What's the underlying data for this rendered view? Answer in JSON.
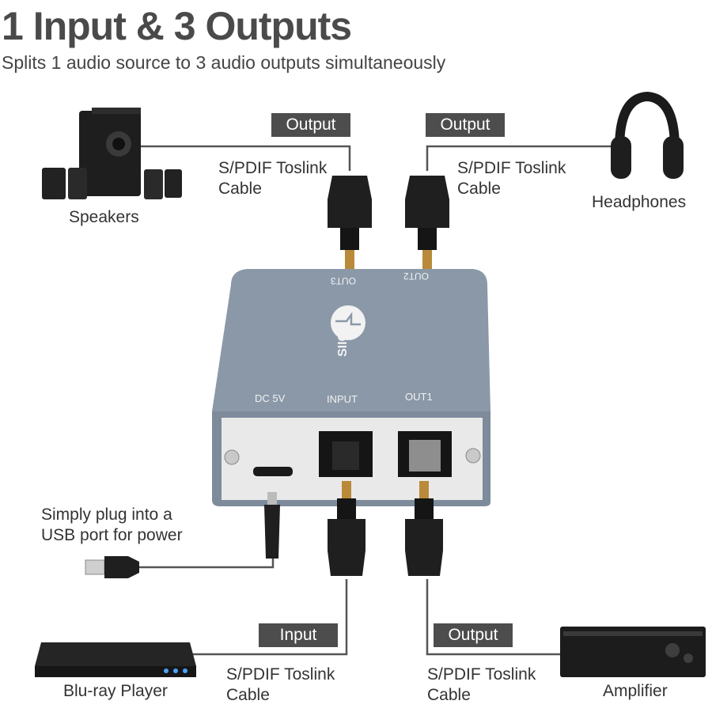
{
  "header": {
    "title": "1 Input & 3 Outputs",
    "subtitle": "Splits 1 audio source to 3 audio outputs simultaneously"
  },
  "tags": {
    "output_top_left": "Output",
    "output_top_right": "Output",
    "input_bottom": "Input",
    "output_bottom": "Output"
  },
  "cables": {
    "top_left": [
      "S/PDIF Toslink",
      "Cable"
    ],
    "top_right": [
      "S/PDIF Toslink",
      "Cable"
    ],
    "bottom_left": [
      "S/PDIF Toslink",
      "Cable"
    ],
    "bottom_right": [
      "S/PDIF Toslink",
      "Cable"
    ]
  },
  "devices": {
    "speakers": "Speakers",
    "headphones": "Headphones",
    "bluray": "Blu-ray Player",
    "amplifier": "Amplifier"
  },
  "power_note": [
    "Simply plug into a",
    "USB port for power"
  ],
  "splitter": {
    "brand": "SIIG",
    "port_out3": "OUT3",
    "port_out2": "OUT2",
    "port_dc": "DC 5V",
    "port_input": "INPUT",
    "port_out1": "OUT1"
  },
  "colors": {
    "tag_bg": "#4d4d4d",
    "body_grey": "#8a98a8",
    "panel": "#e9e9e9",
    "connector": "#1f1f1f",
    "tip_gold": "#b98a3a",
    "line": "#555555"
  }
}
